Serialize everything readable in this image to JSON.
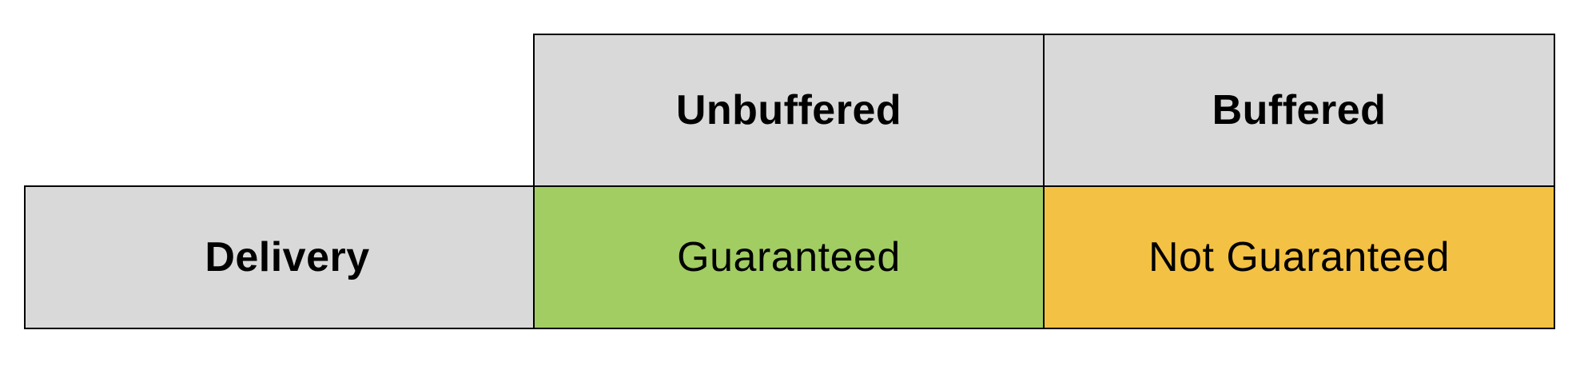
{
  "table": {
    "columns": [
      "Unbuffered",
      "Buffered"
    ],
    "rows": [
      {
        "label": "Delivery",
        "cells": [
          "Guaranteed",
          "Not Guaranteed"
        ]
      }
    ]
  },
  "colors": {
    "header_bg": "#d9d9d9",
    "guaranteed_bg": "#a2cd62",
    "not_guaranteed_bg": "#f3c143",
    "border": "#000000"
  }
}
